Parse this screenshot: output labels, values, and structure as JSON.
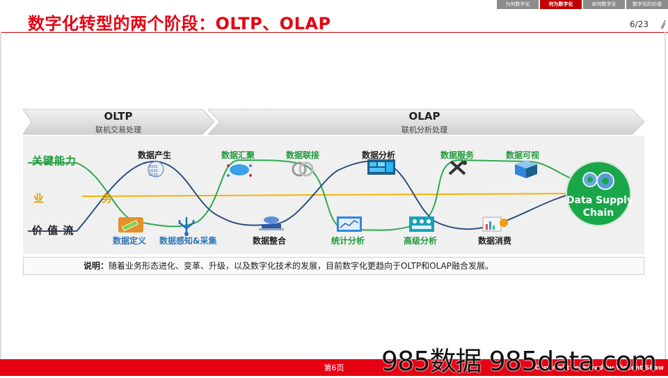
{
  "nav": {
    "tabs": [
      {
        "label": "为何数字化",
        "active": false
      },
      {
        "label": "何为数字化",
        "active": true
      },
      {
        "label": "如何数字化",
        "active": false
      },
      {
        "label": "数字化的价值",
        "active": false
      }
    ]
  },
  "page": {
    "title": "数字化转型的两个阶段：OLTP、OLAP",
    "number": "6/23"
  },
  "phases": {
    "oltp": {
      "title": "OLTP",
      "subtitle": "联机交易处理"
    },
    "olap": {
      "title": "OLAP",
      "subtitle": "联机分析处理"
    }
  },
  "rows": {
    "capability": "关键能力",
    "business": "业　务",
    "value_chain": "价 值 流"
  },
  "nodes": {
    "data_generation": "数据产生",
    "data_definition": "数据定义",
    "data_sensing": "数据感知&采集",
    "data_aggregation": "数据汇聚",
    "data_integration": "数据整合",
    "data_linking": "数据联接",
    "statistical_analysis": "统计分析",
    "data_analysis": "数据分析",
    "advanced_analysis": "高级分析",
    "data_service": "数据服务",
    "data_consumption": "数据消费",
    "data_visualization": "数据可视",
    "supply_chain_line1": "Data Supply",
    "supply_chain_line2": "Chain"
  },
  "note": {
    "label": "说明：",
    "text": "随着业务形态进化、变革、升级，以及数字化技术的发展，目前数字化更趋向于OLTP和OLAP融合发展。"
  },
  "footer": {
    "page_label": "第6页",
    "copyright": "Copyright reserved by Vincent Shaw"
  },
  "watermark": "985数据 985data.com",
  "colors": {
    "accent_red": "#e60012",
    "nav_active": "#c00000",
    "nav_inactive": "#8c8c8c",
    "curve_blue": "#2f4f7f",
    "curve_green": "#2fa84f",
    "business_line": "#f5b400",
    "node_blue": "#2e75b6",
    "node_green": "#1f9a3a",
    "supply_chain_green": "#1aa64a"
  },
  "icons": {
    "data_generation": "binary-globe-icon",
    "data_definition": "pen-icon",
    "data_sensing": "usb-trident-icon",
    "data_aggregation": "cloud-network-icon",
    "data_integration": "cloud-server-icon",
    "data_linking": "rings-icon",
    "statistical_analysis": "monitor-chart-icon",
    "data_analysis": "dashboard-icon",
    "advanced_analysis": "analytics-grid-icon",
    "data_service": "tools-icon",
    "data_consumption": "report-chart-icon",
    "data_visualization": "cube-box-icon",
    "supply_chain": "gears-icon"
  }
}
